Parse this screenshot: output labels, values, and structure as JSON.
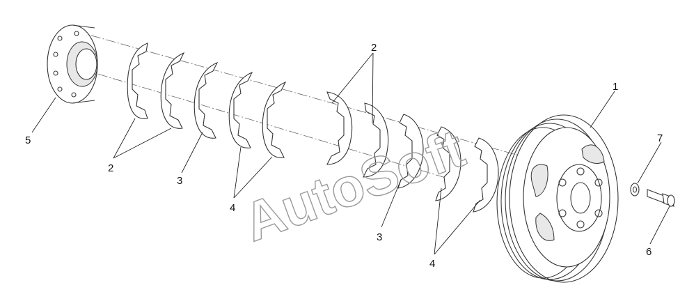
{
  "callouts": {
    "c1": "1",
    "c2a": "2",
    "c2b": "2",
    "c3a": "3",
    "c3b": "3",
    "c4a": "4",
    "c4b": "4",
    "c5": "5",
    "c6": "6",
    "c7": "7"
  },
  "watermark": "AutoSoft"
}
